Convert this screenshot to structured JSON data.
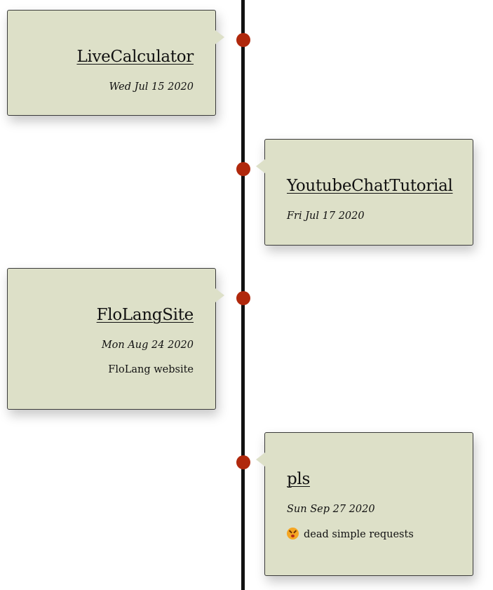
{
  "timeline": {
    "line_color": "#111111",
    "dot_color": "#b0280c",
    "card_background": "#dde0c8"
  },
  "entries": [
    {
      "title": "LiveCalculator",
      "date": "Wed Jul 15 2020",
      "description": ""
    },
    {
      "title": "YoutubeChatTutorial",
      "date": "Fri Jul 17 2020",
      "description": ""
    },
    {
      "title": "FloLangSite",
      "date": "Mon Aug 24 2020",
      "description": "FloLang website"
    },
    {
      "title": "pls",
      "date": "Sun Sep 27 2020",
      "description": "dead simple requests",
      "emoji": "dizzy-face-emoji"
    }
  ]
}
